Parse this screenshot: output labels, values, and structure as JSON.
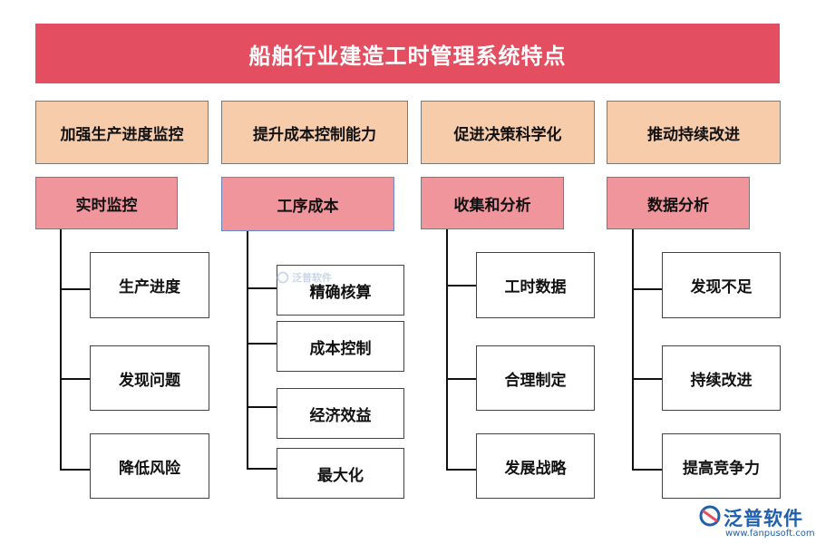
{
  "title": "船舶行业建造工时管理系统特点",
  "categories": [
    "加强生产进度监控",
    "提升成本控制能力",
    "促进决策科学化",
    "推动持续改进"
  ],
  "subcategories": [
    "实时监控",
    "工序成本",
    "收集和分析",
    "数据分析"
  ],
  "leaves": [
    [
      "生产进度",
      "发现问题",
      "降低风险"
    ],
    [
      "精确核算",
      "成本控制",
      "经济效益",
      "最大化"
    ],
    [
      "工时数据",
      "合理制定",
      "发展战略"
    ],
    [
      "发现不足",
      "持续改进",
      "提高竞争力"
    ]
  ],
  "watermark": {
    "small_text": "泛普软件",
    "logo_text": "泛普软件",
    "logo_url": "www.fanpusoft.com"
  },
  "colors": {
    "title_bg": "#e34f61",
    "category_bg": "#f7ccab",
    "subcategory_bg": "#f0959c",
    "logo_blue": "#1f5fae"
  }
}
